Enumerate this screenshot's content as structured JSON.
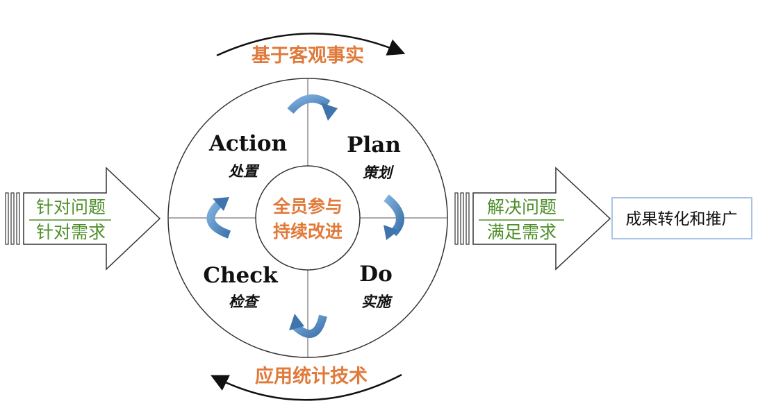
{
  "top_banner": "基于客观事实",
  "bottom_banner": "应用统计技术",
  "center": {
    "line1": "全员参与",
    "line2": "持续改进"
  },
  "quadrants": {
    "action": {
      "title": "Action",
      "subtitle": "处置"
    },
    "plan": {
      "title": "Plan",
      "subtitle": "策划"
    },
    "check": {
      "title": "Check",
      "subtitle": "检查"
    },
    "do": {
      "title": "Do",
      "subtitle": "实施"
    }
  },
  "input_arrow": {
    "line1": "针对问题",
    "line2": "针对需求"
  },
  "output_arrow": {
    "line1": "解决问题",
    "line2": "满足需求"
  },
  "result_box": "成果转化和推广",
  "colors": {
    "orange": "#e07a3a",
    "green": "#4e8f2a",
    "blue_arrow": "#5b8fc4",
    "box_border": "#a9c3e8"
  }
}
